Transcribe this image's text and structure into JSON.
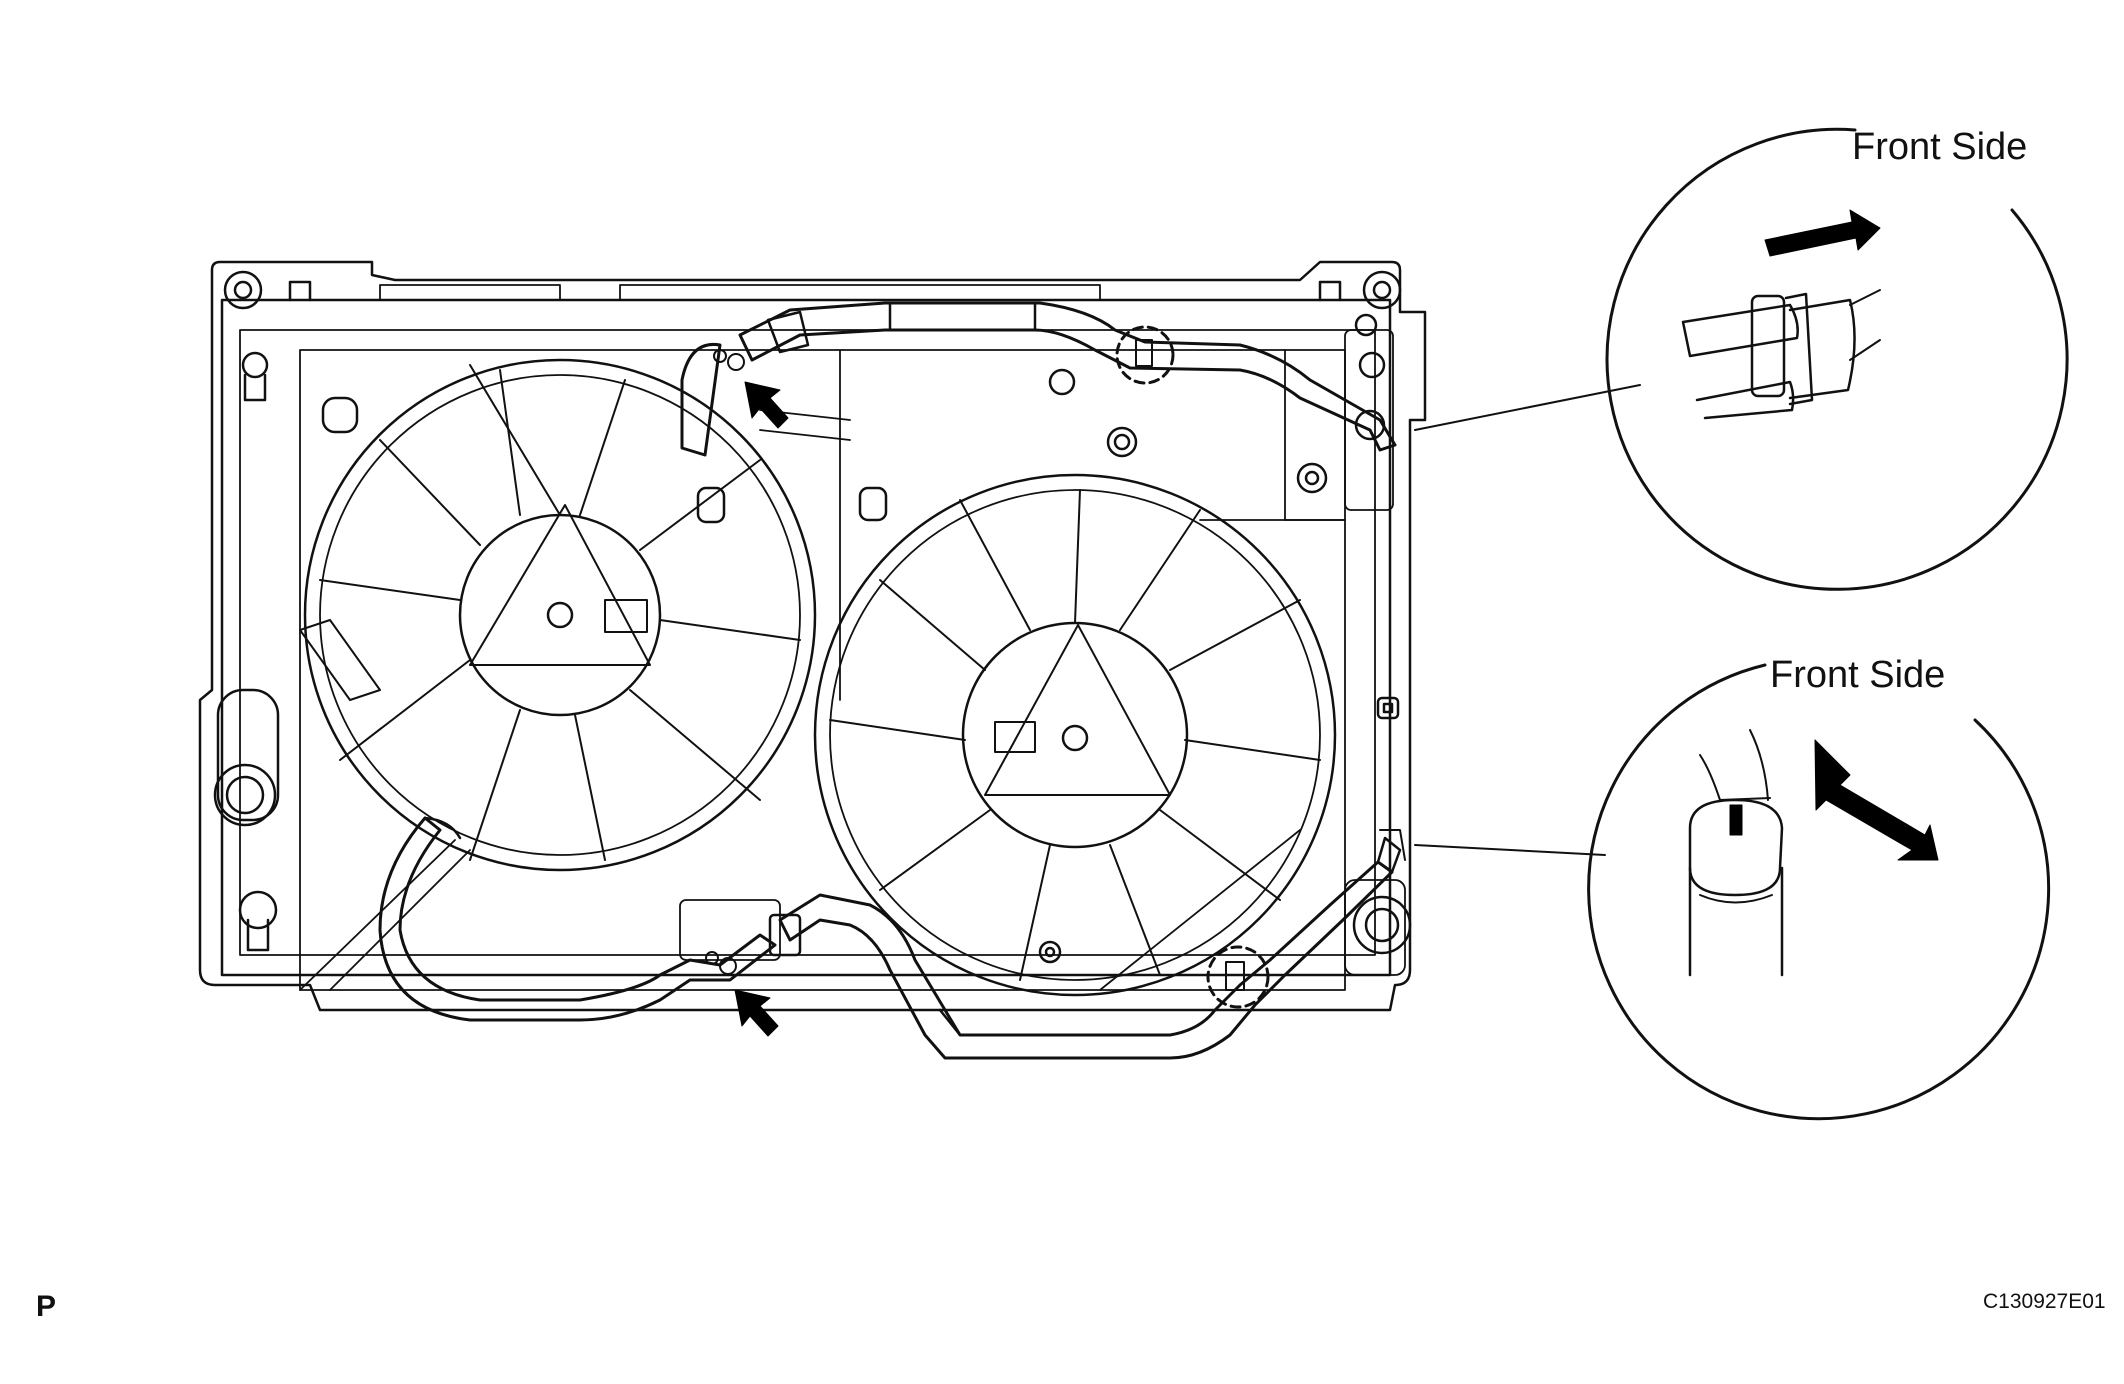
{
  "callouts": {
    "upper": {
      "title": "Front Side"
    },
    "lower": {
      "title": "Front Side"
    }
  },
  "footer": {
    "page_letter": "P",
    "figure_code": "C130927E01"
  },
  "colors": {
    "line": "#111111",
    "background": "#ffffff",
    "arrow": "#000000"
  }
}
